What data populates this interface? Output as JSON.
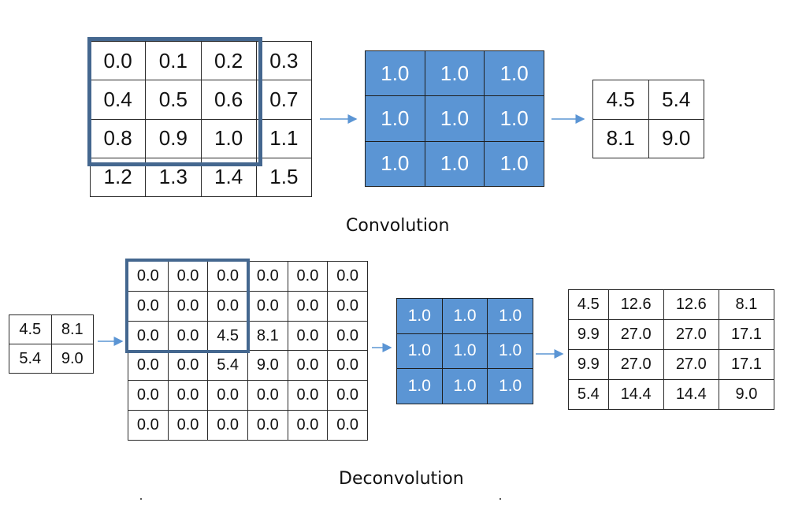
{
  "convolution": {
    "input": [
      [
        "0.0",
        "0.1",
        "0.2",
        "0.3"
      ],
      [
        "0.4",
        "0.5",
        "0.6",
        "0.7"
      ],
      [
        "0.8",
        "0.9",
        "1.0",
        "1.1"
      ],
      [
        "1.2",
        "1.3",
        "1.4",
        "1.5"
      ]
    ],
    "kernel": [
      [
        "1.0",
        "1.0",
        "1.0"
      ],
      [
        "1.0",
        "1.0",
        "1.0"
      ],
      [
        "1.0",
        "1.0",
        "1.0"
      ]
    ],
    "output": [
      [
        "4.5",
        "5.4"
      ],
      [
        "8.1",
        "9.0"
      ]
    ],
    "caption": "Convolution"
  },
  "deconvolution": {
    "input": [
      [
        "4.5",
        "8.1"
      ],
      [
        "5.4",
        "9.0"
      ]
    ],
    "padded": [
      [
        "0.0",
        "0.0",
        "0.0",
        "0.0",
        "0.0",
        "0.0"
      ],
      [
        "0.0",
        "0.0",
        "0.0",
        "0.0",
        "0.0",
        "0.0"
      ],
      [
        "0.0",
        "0.0",
        "4.5",
        "8.1",
        "0.0",
        "0.0"
      ],
      [
        "0.0",
        "0.0",
        "5.4",
        "9.0",
        "0.0",
        "0.0"
      ],
      [
        "0.0",
        "0.0",
        "0.0",
        "0.0",
        "0.0",
        "0.0"
      ],
      [
        "0.0",
        "0.0",
        "0.0",
        "0.0",
        "0.0",
        "0.0"
      ]
    ],
    "kernel": [
      [
        "1.0",
        "1.0",
        "1.0"
      ],
      [
        "1.0",
        "1.0",
        "1.0"
      ],
      [
        "1.0",
        "1.0",
        "1.0"
      ]
    ],
    "output": [
      [
        "4.5",
        "12.6",
        "12.6",
        "8.1"
      ],
      [
        "9.9",
        "27.0",
        "27.0",
        "17.1"
      ],
      [
        "9.9",
        "27.0",
        "27.0",
        "17.1"
      ],
      [
        "5.4",
        "14.4",
        "14.4",
        "9.0"
      ]
    ],
    "caption": "Deconvolution"
  },
  "colors": {
    "kernel_fill": "#5b95d4",
    "highlight": "#44678f",
    "arrow": "#5b95d4"
  }
}
